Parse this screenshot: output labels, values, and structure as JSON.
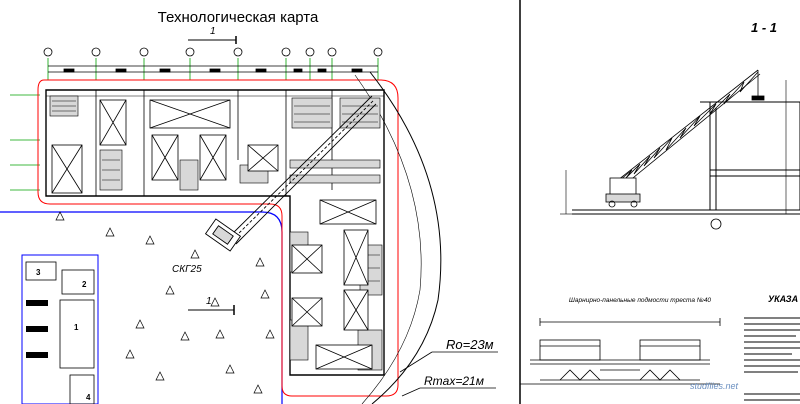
{
  "drawing": {
    "title": "Технологическая карта",
    "section_mark": "1",
    "section_title": "1 - 1",
    "crane_label": "СКГ25",
    "r0_label": "Ro=23м",
    "rmax_label": "Rmax=21м",
    "scaffold_caption": "Шарнирно-панельные подмости треста №40",
    "instructions_heading": "УКАЗА",
    "watermark": "studfiles.net",
    "zone_numbers": [
      "3",
      "2",
      "1",
      "4"
    ],
    "colors": {
      "lines": "#000000",
      "crane_zone": "#ff0000",
      "site_boundary": "#0000ff",
      "gridlines": "#00a000",
      "hatch_fill": "#d8d8d8"
    }
  }
}
